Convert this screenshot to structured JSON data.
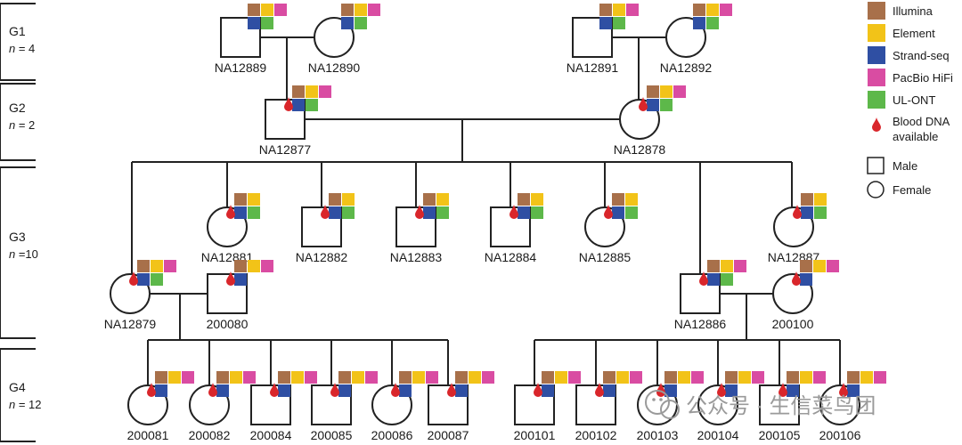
{
  "colors": {
    "illumina": "#a8704a",
    "element": "#f2c318",
    "strandseq": "#2f4fa3",
    "pacbio": "#d94ca2",
    "ulont": "#5db84a",
    "blood": "#d9262b"
  },
  "generations": [
    {
      "label": "G1",
      "count_prefix": "n",
      "count": "= 4"
    },
    {
      "label": "G2",
      "count_prefix": "n",
      "count": "= 2"
    },
    {
      "label": "G3",
      "count_prefix": "n",
      "count": "=10"
    },
    {
      "label": "G4",
      "count_prefix": "n",
      "count": "= 12"
    }
  ],
  "individuals": [
    {
      "id": "NA12889",
      "sex": "male",
      "gen": 1,
      "techs": [
        "illumina",
        "element",
        "pacbio",
        "strandseq",
        "ulont"
      ],
      "blood": false
    },
    {
      "id": "NA12890",
      "sex": "female",
      "gen": 1,
      "techs": [
        "illumina",
        "element",
        "pacbio",
        "strandseq",
        "ulont"
      ],
      "blood": false
    },
    {
      "id": "NA12891",
      "sex": "male",
      "gen": 1,
      "techs": [
        "illumina",
        "element",
        "pacbio",
        "strandseq",
        "ulont"
      ],
      "blood": false
    },
    {
      "id": "NA12892",
      "sex": "female",
      "gen": 1,
      "techs": [
        "illumina",
        "element",
        "pacbio",
        "strandseq",
        "ulont"
      ],
      "blood": false
    },
    {
      "id": "NA12877",
      "sex": "male",
      "gen": 2,
      "techs": [
        "illumina",
        "element",
        "pacbio",
        "strandseq",
        "ulont"
      ],
      "blood": true
    },
    {
      "id": "NA12878",
      "sex": "female",
      "gen": 2,
      "techs": [
        "illumina",
        "element",
        "pacbio",
        "strandseq",
        "ulont"
      ],
      "blood": true
    },
    {
      "id": "NA12881",
      "sex": "female",
      "gen": 3,
      "techs": [
        "illumina",
        "element",
        "strandseq",
        "ulont"
      ],
      "blood": true
    },
    {
      "id": "NA12882",
      "sex": "male",
      "gen": 3,
      "techs": [
        "illumina",
        "element",
        "strandseq",
        "ulont"
      ],
      "blood": true
    },
    {
      "id": "NA12883",
      "sex": "male",
      "gen": 3,
      "techs": [
        "illumina",
        "element",
        "strandseq",
        "ulont"
      ],
      "blood": true
    },
    {
      "id": "NA12884",
      "sex": "male",
      "gen": 3,
      "techs": [
        "illumina",
        "element",
        "strandseq",
        "ulont"
      ],
      "blood": true
    },
    {
      "id": "NA12885",
      "sex": "female",
      "gen": 3,
      "techs": [
        "illumina",
        "element",
        "strandseq",
        "ulont"
      ],
      "blood": true
    },
    {
      "id": "NA12887",
      "sex": "female",
      "gen": 3,
      "techs": [
        "illumina",
        "element",
        "strandseq",
        "ulont"
      ],
      "blood": true
    },
    {
      "id": "NA12879",
      "sex": "female",
      "gen": 3,
      "techs": [
        "illumina",
        "element",
        "pacbio",
        "strandseq",
        "ulont"
      ],
      "blood": true
    },
    {
      "id": "200080",
      "sex": "male",
      "gen": 3,
      "techs": [
        "illumina",
        "element",
        "pacbio",
        "strandseq"
      ],
      "blood": true
    },
    {
      "id": "NA12886",
      "sex": "male",
      "gen": 3,
      "techs": [
        "illumina",
        "element",
        "pacbio",
        "strandseq",
        "ulont"
      ],
      "blood": true
    },
    {
      "id": "200100",
      "sex": "female",
      "gen": 3,
      "techs": [
        "illumina",
        "element",
        "pacbio",
        "strandseq"
      ],
      "blood": true
    },
    {
      "id": "200081",
      "sex": "female",
      "gen": 4,
      "techs": [
        "illumina",
        "element",
        "pacbio",
        "strandseq"
      ],
      "blood": true
    },
    {
      "id": "200082",
      "sex": "female",
      "gen": 4,
      "techs": [
        "illumina",
        "element",
        "pacbio",
        "strandseq"
      ],
      "blood": true
    },
    {
      "id": "200084",
      "sex": "male",
      "gen": 4,
      "techs": [
        "illumina",
        "element",
        "pacbio",
        "strandseq"
      ],
      "blood": true
    },
    {
      "id": "200085",
      "sex": "male",
      "gen": 4,
      "techs": [
        "illumina",
        "element",
        "pacbio",
        "strandseq"
      ],
      "blood": true
    },
    {
      "id": "200086",
      "sex": "female",
      "gen": 4,
      "techs": [
        "illumina",
        "element",
        "pacbio",
        "strandseq"
      ],
      "blood": true
    },
    {
      "id": "200087",
      "sex": "male",
      "gen": 4,
      "techs": [
        "illumina",
        "element",
        "pacbio",
        "strandseq"
      ],
      "blood": true
    },
    {
      "id": "200101",
      "sex": "male",
      "gen": 4,
      "techs": [
        "illumina",
        "element",
        "pacbio",
        "strandseq"
      ],
      "blood": true
    },
    {
      "id": "200102",
      "sex": "male",
      "gen": 4,
      "techs": [
        "illumina",
        "element",
        "pacbio",
        "strandseq"
      ],
      "blood": true
    },
    {
      "id": "200103",
      "sex": "female",
      "gen": 4,
      "techs": [
        "illumina",
        "element",
        "pacbio",
        "strandseq"
      ],
      "blood": true
    },
    {
      "id": "200104",
      "sex": "female",
      "gen": 4,
      "techs": [
        "illumina",
        "element",
        "pacbio",
        "strandseq"
      ],
      "blood": true
    },
    {
      "id": "200105",
      "sex": "male",
      "gen": 4,
      "techs": [
        "illumina",
        "element",
        "pacbio",
        "strandseq"
      ],
      "blood": true
    },
    {
      "id": "200106",
      "sex": "female",
      "gen": 4,
      "techs": [
        "illumina",
        "element",
        "pacbio",
        "strandseq"
      ],
      "blood": true
    }
  ],
  "legend": {
    "items": [
      {
        "key": "illumina",
        "label": "Illumina"
      },
      {
        "key": "element",
        "label": "Element"
      },
      {
        "key": "strandseq",
        "label": "Strand-seq"
      },
      {
        "key": "pacbio",
        "label": "PacBio HiFi"
      },
      {
        "key": "ulont",
        "label": "UL-ONT"
      }
    ],
    "blood_label_1": "Blood DNA",
    "blood_label_2": "available",
    "male_label": "Male",
    "female_label": "Female"
  },
  "watermark": "公众号 · 生信菜鸟团"
}
